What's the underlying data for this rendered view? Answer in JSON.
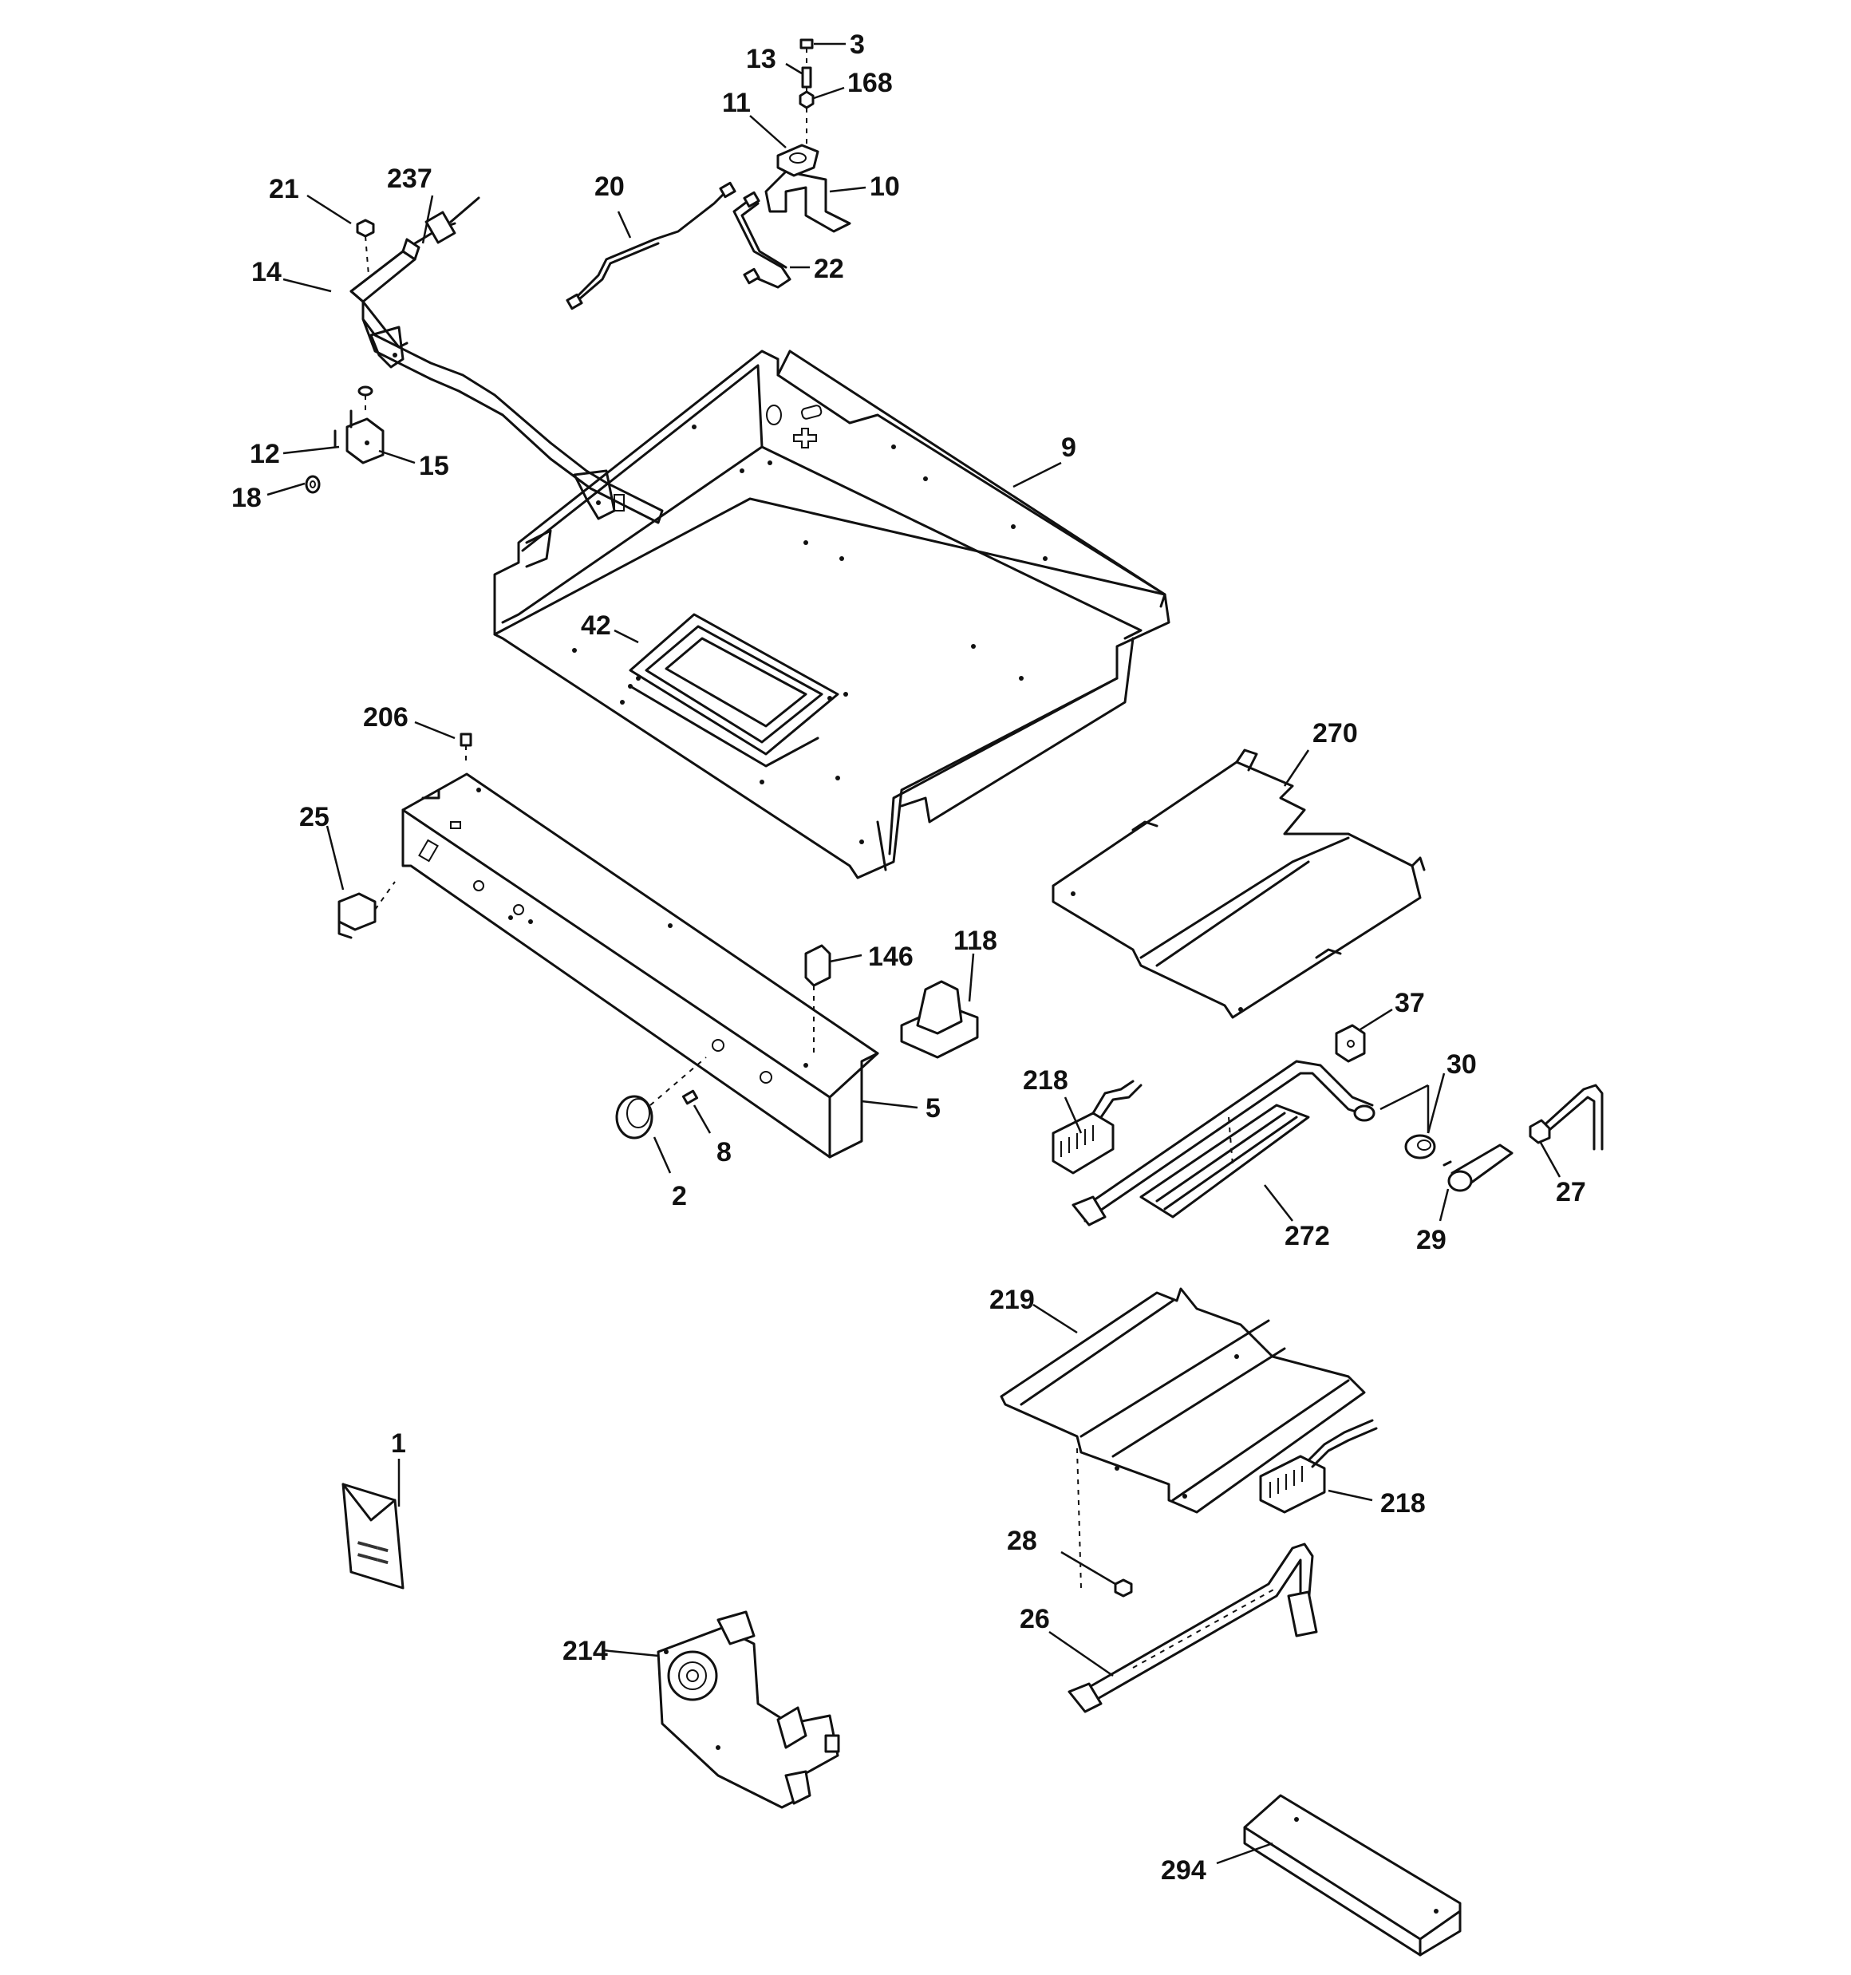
{
  "labels": {
    "p1": "1",
    "p2": "2",
    "p3": "3",
    "p5": "5",
    "p8": "8",
    "p9": "9",
    "p10": "10",
    "p11": "11",
    "p12": "12",
    "p13": "13",
    "p14": "14",
    "p15": "15",
    "p18": "18",
    "p20": "20",
    "p21": "21",
    "p22": "22",
    "p25": "25",
    "p26": "26",
    "p27": "27",
    "p28": "28",
    "p29": "29",
    "p30": "30",
    "p37": "37",
    "p42": "42",
    "p118": "118",
    "p146": "146",
    "p168": "168",
    "p206": "206",
    "p214": "214",
    "p218a": "218",
    "p218b": "218",
    "p219": "219",
    "p237": "237",
    "p270": "270",
    "p272": "272",
    "p294": "294"
  }
}
